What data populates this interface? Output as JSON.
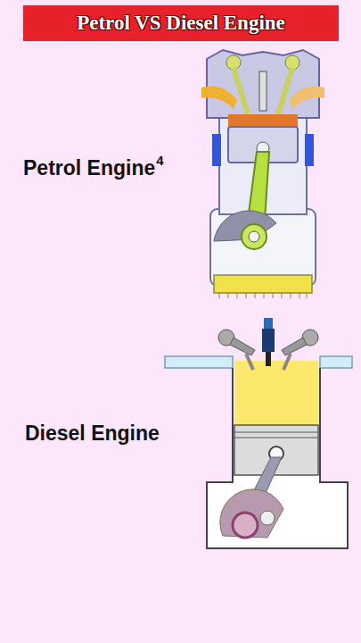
{
  "diagram": {
    "title": "Petrol VS Diesel Engine",
    "labels": [
      "Petrol Engine",
      "4",
      "Diesel Engine"
    ]
  }
}
